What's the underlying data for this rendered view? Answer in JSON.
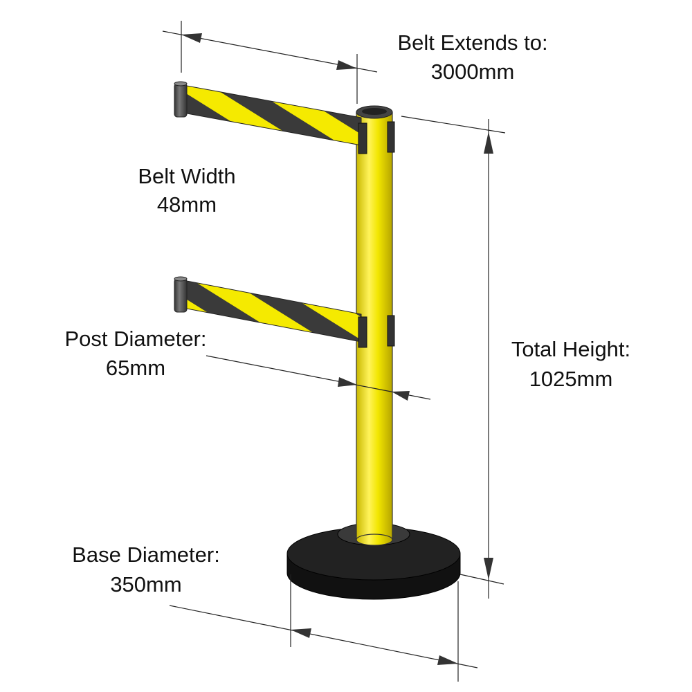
{
  "labels": {
    "belt_extends": {
      "title": "Belt Extends to:",
      "value": "3000mm"
    },
    "belt_width": {
      "title": "Belt Width",
      "value": "48mm"
    },
    "post_diameter": {
      "title": "Post Diameter:",
      "value": "65mm"
    },
    "total_height": {
      "title": "Total Height:",
      "value": "1025mm"
    },
    "base_diameter": {
      "title": "Base Diameter:",
      "value": "350mm"
    }
  },
  "colors": {
    "post": "#f2e600",
    "belt_stripe_a": "#f5ea00",
    "belt_stripe_b": "#3a3a3a",
    "base": "#1a1a1a",
    "cap": "#4a4a4a"
  }
}
